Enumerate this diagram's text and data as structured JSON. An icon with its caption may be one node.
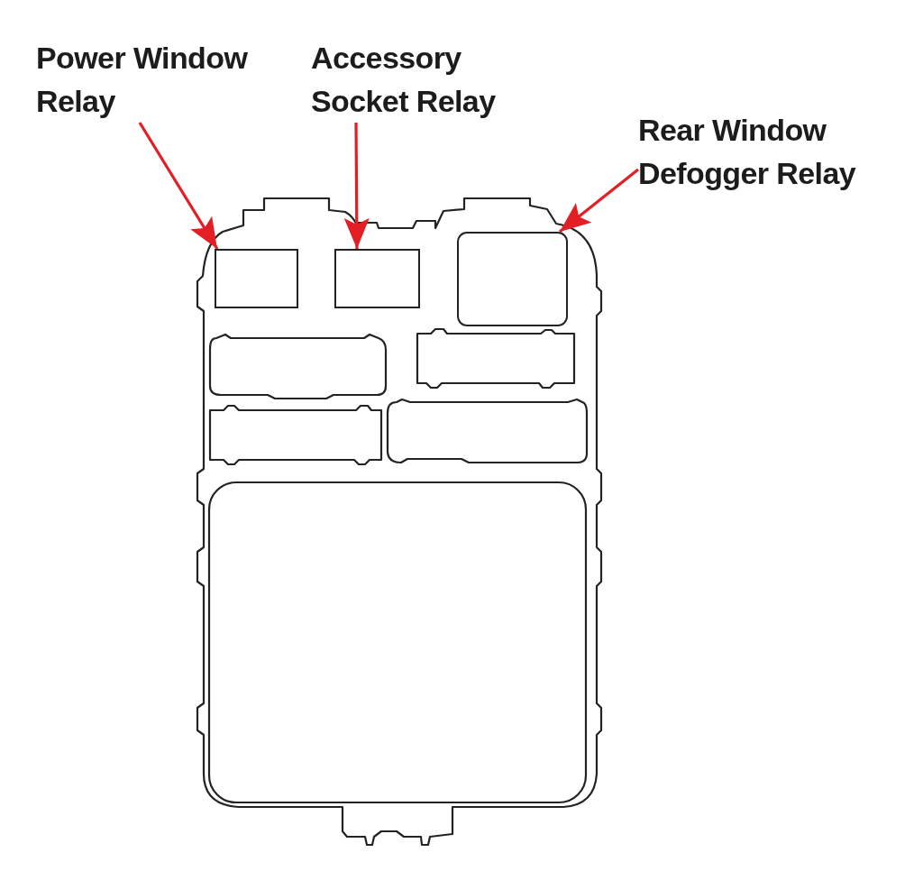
{
  "diagram": {
    "nodes": [
      {
        "text": [
          "Power Window Relay"
        ]
      },
      {
        "text": [
          "Accessory Socket Relay"
        ]
      },
      {
        "text": [
          "Rear Window Defogger Relay"
        ]
      },
      {
        "text": [],
        "shape": "box"
      },
      {
        "text": [],
        "shape": "box"
      },
      {
        "text": [],
        "shape": "box"
      }
    ],
    "edges": [
      {
        "from": 0,
        "to": 3,
        "arrow": "to"
      },
      {
        "from": 1,
        "to": 4,
        "arrow": "to"
      },
      {
        "from": 2,
        "to": 5,
        "arrow": "to"
      }
    ]
  }
}
